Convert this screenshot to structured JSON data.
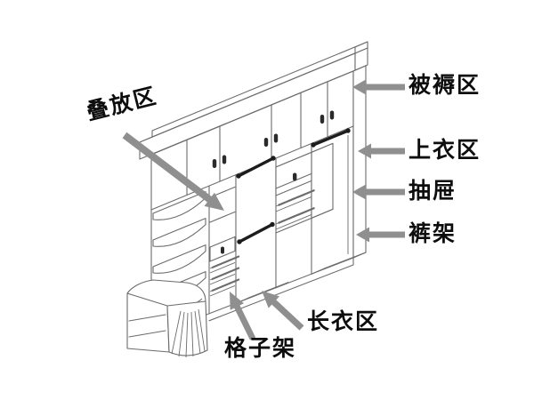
{
  "colors": {
    "line": "#6b6b6b",
    "rod": "#1c1c1c",
    "arrow": "#8f8f8f",
    "text": "#0d0d0d",
    "bg": "#ffffff"
  },
  "labels": {
    "stacking": {
      "text": "叠放区"
    },
    "bedding": {
      "text": "被褥区"
    },
    "tops": {
      "text": "上衣区"
    },
    "drawer": {
      "text": "抽屉"
    },
    "pants_rack": {
      "text": "裤架"
    },
    "long_clothes": {
      "text": "长衣区"
    },
    "grid_shelf": {
      "text": "格子架"
    }
  }
}
